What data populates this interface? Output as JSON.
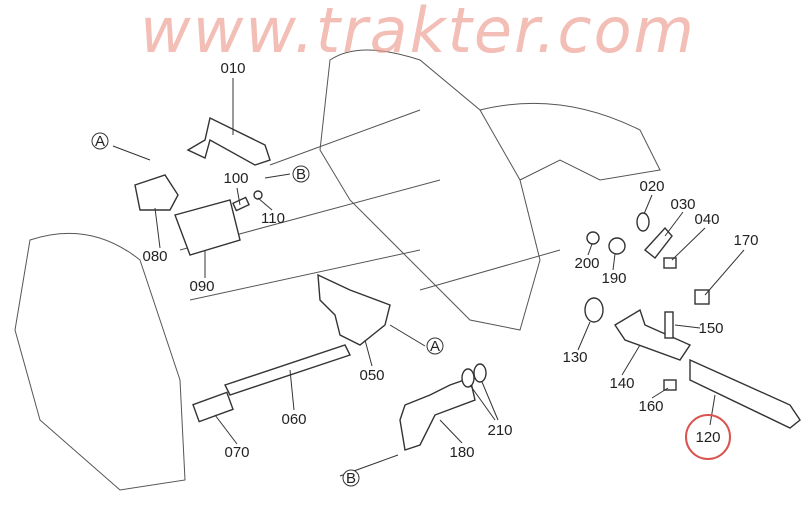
{
  "watermark": "www.trakter.com",
  "highlight_color": "#d9534f",
  "parts": {
    "p010": "010",
    "p020": "020",
    "p030": "030",
    "p040": "040",
    "p050": "050",
    "p060": "060",
    "p070": "070",
    "p080": "080",
    "p090": "090",
    "p100": "100",
    "p110": "110",
    "p120": "120",
    "p130": "130",
    "p140": "140",
    "p150": "150",
    "p160": "160",
    "p170": "170",
    "p180": "180",
    "p190": "190",
    "p200": "200",
    "p210": "210"
  },
  "refs": {
    "a1": "A",
    "b1": "B",
    "a2": "A",
    "b2": "B"
  }
}
